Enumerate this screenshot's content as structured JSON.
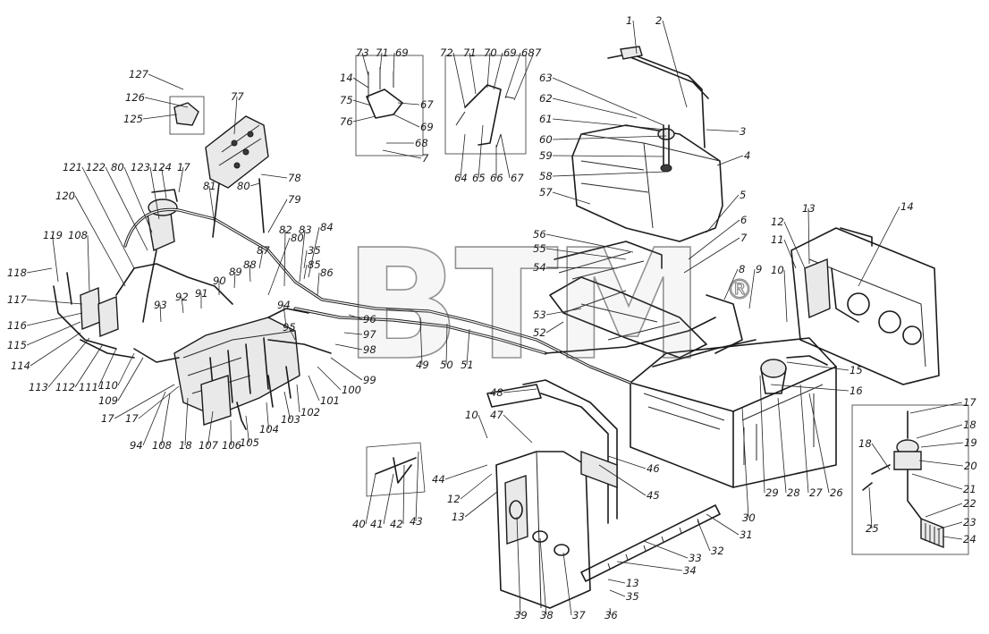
{
  "watermark": {
    "text": "BTM",
    "registered": "®"
  },
  "labels": [
    {
      "id": "l1",
      "t": "1"
    },
    {
      "id": "l2",
      "t": "2"
    },
    {
      "id": "l3",
      "t": "3"
    },
    {
      "id": "l4",
      "t": "4"
    },
    {
      "id": "l5",
      "t": "5"
    },
    {
      "id": "l6",
      "t": "6"
    },
    {
      "id": "l7a",
      "t": "7"
    },
    {
      "id": "l8",
      "t": "8"
    },
    {
      "id": "l9",
      "t": "9"
    },
    {
      "id": "l10a",
      "t": "10"
    },
    {
      "id": "l11",
      "t": "11"
    },
    {
      "id": "l12a",
      "t": "12"
    },
    {
      "id": "l13a",
      "t": "13"
    },
    {
      "id": "l14a",
      "t": "14"
    },
    {
      "id": "l15",
      "t": "15"
    },
    {
      "id": "l16",
      "t": "16"
    },
    {
      "id": "l17a",
      "t": "17"
    },
    {
      "id": "l18a",
      "t": "18"
    },
    {
      "id": "l19",
      "t": "19"
    },
    {
      "id": "l20",
      "t": "20"
    },
    {
      "id": "l21",
      "t": "21"
    },
    {
      "id": "l22",
      "t": "22"
    },
    {
      "id": "l23",
      "t": "23"
    },
    {
      "id": "l24",
      "t": "24"
    },
    {
      "id": "l25",
      "t": "25"
    },
    {
      "id": "l26",
      "t": "26"
    },
    {
      "id": "l27",
      "t": "27"
    },
    {
      "id": "l28",
      "t": "28"
    },
    {
      "id": "l29",
      "t": "29"
    },
    {
      "id": "l30",
      "t": "30"
    },
    {
      "id": "l31",
      "t": "31"
    },
    {
      "id": "l32",
      "t": "32"
    },
    {
      "id": "l33",
      "t": "33"
    },
    {
      "id": "l34",
      "t": "34"
    },
    {
      "id": "l13b",
      "t": "13"
    },
    {
      "id": "l35a",
      "t": "35"
    },
    {
      "id": "l36",
      "t": "36"
    },
    {
      "id": "l37",
      "t": "37"
    },
    {
      "id": "l38",
      "t": "38"
    },
    {
      "id": "l39",
      "t": "39"
    },
    {
      "id": "l40",
      "t": "40"
    },
    {
      "id": "l41",
      "t": "41"
    },
    {
      "id": "l42",
      "t": "42"
    },
    {
      "id": "l43",
      "t": "43"
    },
    {
      "id": "l44",
      "t": "44"
    },
    {
      "id": "l12b",
      "t": "12"
    },
    {
      "id": "l13c",
      "t": "13"
    },
    {
      "id": "l10b",
      "t": "10"
    },
    {
      "id": "l47",
      "t": "47"
    },
    {
      "id": "l48",
      "t": "48"
    },
    {
      "id": "l45",
      "t": "45"
    },
    {
      "id": "l46",
      "t": "46"
    },
    {
      "id": "l49",
      "t": "49"
    },
    {
      "id": "l50",
      "t": "50"
    },
    {
      "id": "l51",
      "t": "51"
    },
    {
      "id": "l52",
      "t": "52"
    },
    {
      "id": "l53",
      "t": "53"
    },
    {
      "id": "l54",
      "t": "54"
    },
    {
      "id": "l55",
      "t": "55"
    },
    {
      "id": "l56",
      "t": "56"
    },
    {
      "id": "l57",
      "t": "57"
    },
    {
      "id": "l58",
      "t": "58"
    },
    {
      "id": "l59",
      "t": "59"
    },
    {
      "id": "l60",
      "t": "60"
    },
    {
      "id": "l61",
      "t": "61"
    },
    {
      "id": "l62",
      "t": "62"
    },
    {
      "id": "l63",
      "t": "63"
    },
    {
      "id": "l64",
      "t": "64"
    },
    {
      "id": "l65",
      "t": "65"
    },
    {
      "id": "l66",
      "t": "66"
    },
    {
      "id": "l67a",
      "t": "67"
    },
    {
      "id": "l72",
      "t": "72"
    },
    {
      "id": "l71a",
      "t": "71"
    },
    {
      "id": "l70a",
      "t": "70"
    },
    {
      "id": "l69a",
      "t": "69"
    },
    {
      "id": "l68a",
      "t": "68"
    },
    {
      "id": "l7b",
      "t": "7"
    },
    {
      "id": "l73",
      "t": "73"
    },
    {
      "id": "l71b",
      "t": "71"
    },
    {
      "id": "l69b",
      "t": "69"
    },
    {
      "id": "l14b",
      "t": "14"
    },
    {
      "id": "l75",
      "t": "75"
    },
    {
      "id": "l76",
      "t": "76"
    },
    {
      "id": "l67b",
      "t": "67"
    },
    {
      "id": "l69c",
      "t": "69"
    },
    {
      "id": "l68b",
      "t": "68"
    },
    {
      "id": "l7c",
      "t": "7"
    },
    {
      "id": "l77",
      "t": "77"
    },
    {
      "id": "l78",
      "t": "78"
    },
    {
      "id": "l79",
      "t": "79"
    },
    {
      "id": "l80a",
      "t": "80"
    },
    {
      "id": "l81",
      "t": "81"
    },
    {
      "id": "l80b",
      "t": "80"
    },
    {
      "id": "l82",
      "t": "82"
    },
    {
      "id": "l83",
      "t": "83"
    },
    {
      "id": "l84",
      "t": "84"
    },
    {
      "id": "l35b",
      "t": "35"
    },
    {
      "id": "l85",
      "t": "85"
    },
    {
      "id": "l86",
      "t": "86"
    },
    {
      "id": "l87",
      "t": "87"
    },
    {
      "id": "l88",
      "t": "88"
    },
    {
      "id": "l89",
      "t": "89"
    },
    {
      "id": "l90",
      "t": "90"
    },
    {
      "id": "l91",
      "t": "91"
    },
    {
      "id": "l92",
      "t": "92"
    },
    {
      "id": "l93",
      "t": "93"
    },
    {
      "id": "l94a",
      "t": "94"
    },
    {
      "id": "l95",
      "t": "95"
    },
    {
      "id": "l96",
      "t": "96"
    },
    {
      "id": "l97",
      "t": "97"
    },
    {
      "id": "l98",
      "t": "98"
    },
    {
      "id": "l99",
      "t": "99"
    },
    {
      "id": "l100",
      "t": "100"
    },
    {
      "id": "l101",
      "t": "101"
    },
    {
      "id": "l102",
      "t": "102"
    },
    {
      "id": "l103",
      "t": "103"
    },
    {
      "id": "l104",
      "t": "104"
    },
    {
      "id": "l105",
      "t": "105"
    },
    {
      "id": "l106",
      "t": "106"
    },
    {
      "id": "l107",
      "t": "107"
    },
    {
      "id": "l18b",
      "t": "18"
    },
    {
      "id": "l108a",
      "t": "108"
    },
    {
      "id": "l94b",
      "t": "94"
    },
    {
      "id": "l17b",
      "t": "17"
    },
    {
      "id": "l109",
      "t": "109"
    },
    {
      "id": "l110",
      "t": "110"
    },
    {
      "id": "l111",
      "t": "111"
    },
    {
      "id": "l112",
      "t": "112"
    },
    {
      "id": "l113",
      "t": "113"
    },
    {
      "id": "l114",
      "t": "114"
    },
    {
      "id": "l115",
      "t": "115"
    },
    {
      "id": "l116",
      "t": "116"
    },
    {
      "id": "l117",
      "t": "117"
    },
    {
      "id": "l118",
      "t": "118"
    },
    {
      "id": "l119",
      "t": "119"
    },
    {
      "id": "l108b",
      "t": "108"
    },
    {
      "id": "l120",
      "t": "120"
    },
    {
      "id": "l121",
      "t": "121"
    },
    {
      "id": "l122",
      "t": "122"
    },
    {
      "id": "l80c",
      "t": "80"
    },
    {
      "id": "l123",
      "t": "123"
    },
    {
      "id": "l124",
      "t": "124"
    },
    {
      "id": "l17c",
      "t": "17"
    },
    {
      "id": "l125",
      "t": "125"
    },
    {
      "id": "l126",
      "t": "126"
    },
    {
      "id": "l127",
      "t": "127"
    },
    {
      "id": "l17d",
      "t": "17"
    },
    {
      "id": "l18c",
      "t": "18"
    }
  ]
}
